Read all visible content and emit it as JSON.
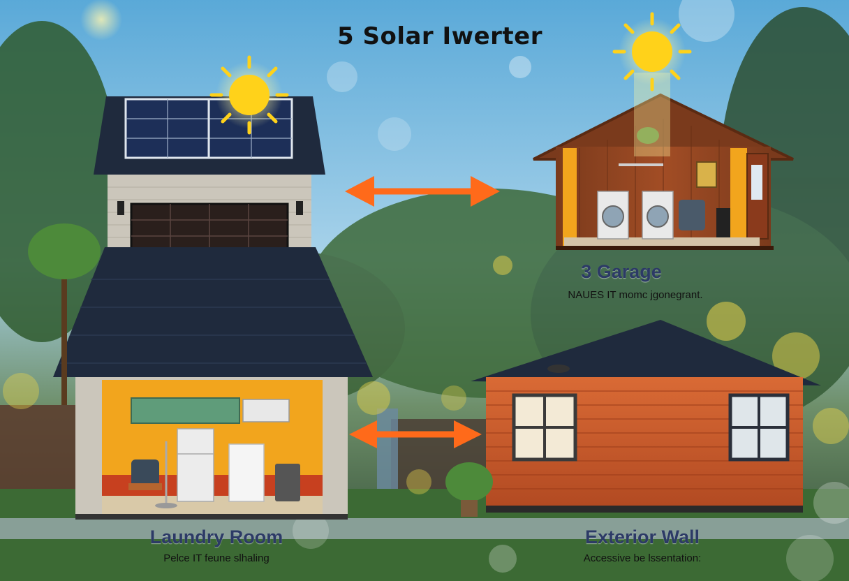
{
  "title": "5 Solar Iwerter",
  "panels": {
    "garage": {
      "title": "3 Garage",
      "subtitle": "NAUES IT momc jgonegrant."
    },
    "laundry": {
      "title": "Laundry Room",
      "subtitle": "Pelce IT feune slhaling"
    },
    "exterior": {
      "title": "Exterior Wall",
      "subtitle": "Accessive be lssentation:"
    }
  },
  "icons": [
    "sun-icon",
    "double-arrow-icon",
    "solar-panel-icon",
    "washing-machine-icon",
    "refrigerator-icon",
    "window-icon",
    "plant-icon"
  ],
  "colors": {
    "sky_top": "#5aa9d8",
    "sun": "#ffd21a",
    "arrow": "#ff6a1a",
    "brick": "#c9582a",
    "roof": "#1f2a3d",
    "room_yellow": "#f2a51d",
    "heading": "#2c3a66"
  }
}
